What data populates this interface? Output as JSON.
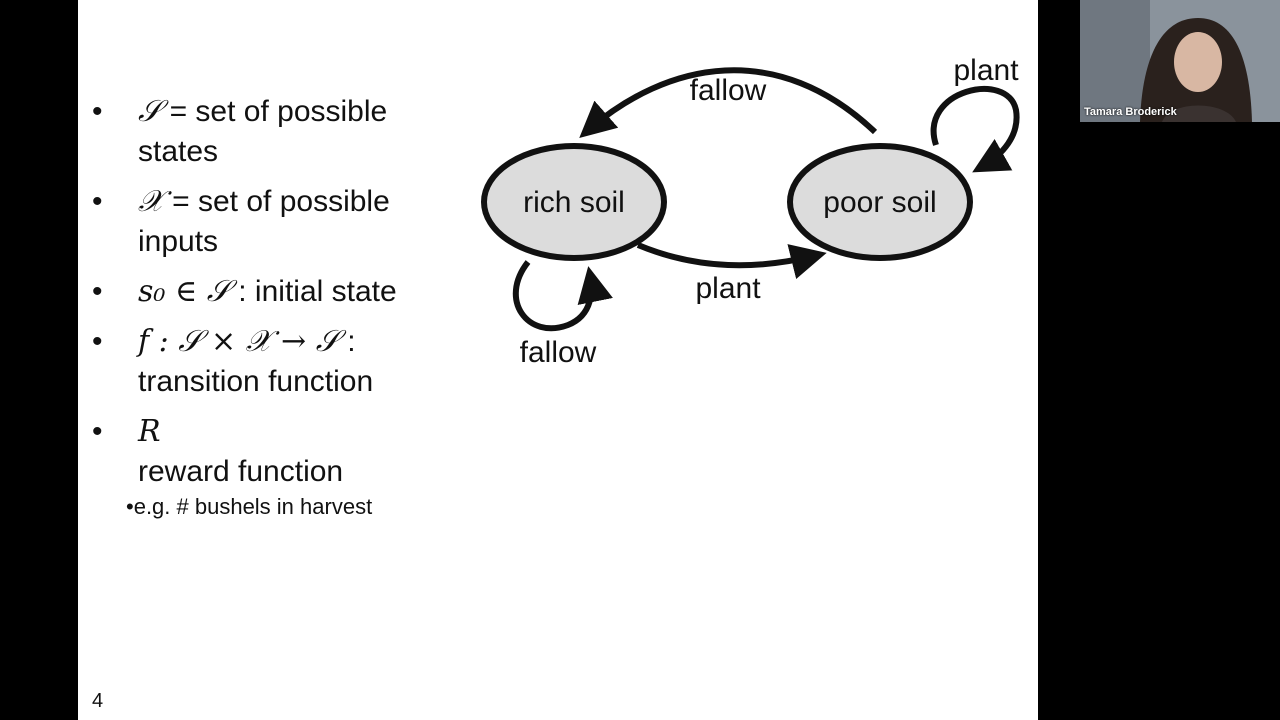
{
  "slide": {
    "bullets": [
      {
        "math": "𝒮",
        "text": " = set of possible",
        "text2": "states"
      },
      {
        "math": "𝒳",
        "text": " = set of possible",
        "text2": "inputs"
      },
      {
        "math": "s₀ ∈ 𝒮",
        "text": " : initial state"
      },
      {
        "math": "f : 𝒮 × 𝒳 → 𝒮",
        "text": " :",
        "text2": "transition function"
      },
      {
        "math": "R",
        "text2": "reward function"
      }
    ],
    "sub_bullet": "•e.g. # bushels in harvest",
    "slide_number": "4"
  },
  "diagram": {
    "states": [
      "rich soil",
      "poor soil"
    ],
    "edges": {
      "poor_to_rich": "fallow",
      "rich_to_poor": "plant",
      "poor_self": "plant",
      "rich_self": "fallow"
    },
    "node_fill": "#dcdcdc"
  },
  "video": {
    "participant_name": "Tamara Broderick"
  }
}
